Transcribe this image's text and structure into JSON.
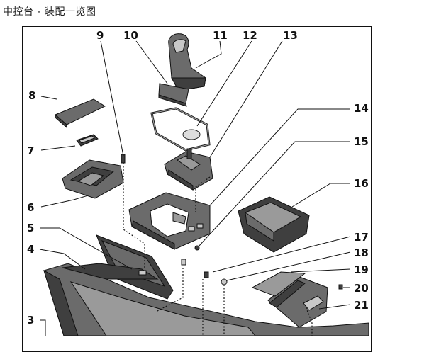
{
  "title": "中控台 - 装配一览图",
  "callouts": {
    "n3": "3",
    "n4": "4",
    "n5": "5",
    "n6": "6",
    "n7": "7",
    "n8": "8",
    "n9": "9",
    "n10": "10",
    "n11": "11",
    "n12": "12",
    "n13": "13",
    "n14": "14",
    "n15": "15",
    "n16": "16",
    "n17": "17",
    "n18": "18",
    "n19": "19",
    "n20": "20",
    "n21": "21"
  }
}
